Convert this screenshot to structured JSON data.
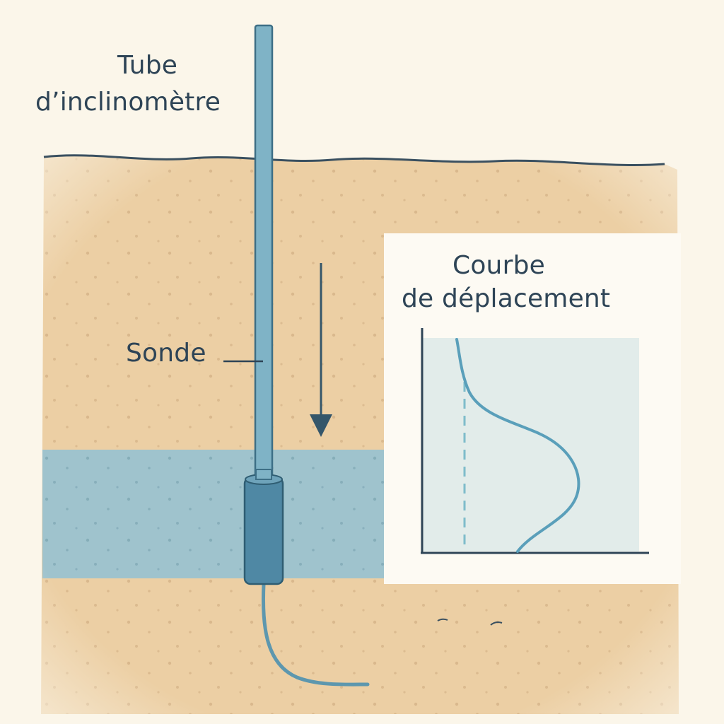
{
  "labels": {
    "tube_line1": "Tube",
    "tube_line2": "d’inclinomètre",
    "sonde": "Sonde",
    "curve_title_line1": "Courbe",
    "curve_title_line2": "de déplacement"
  },
  "colors": {
    "background": "#fbf6ea",
    "soil": "#eccfa4",
    "clay_layer": "#9fc3cd",
    "tube": "#7fb3c6",
    "probe": "#4f88a4",
    "text": "#2e4456",
    "curve": "#5a9fba",
    "chart_bg": "#e2ecea"
  }
}
